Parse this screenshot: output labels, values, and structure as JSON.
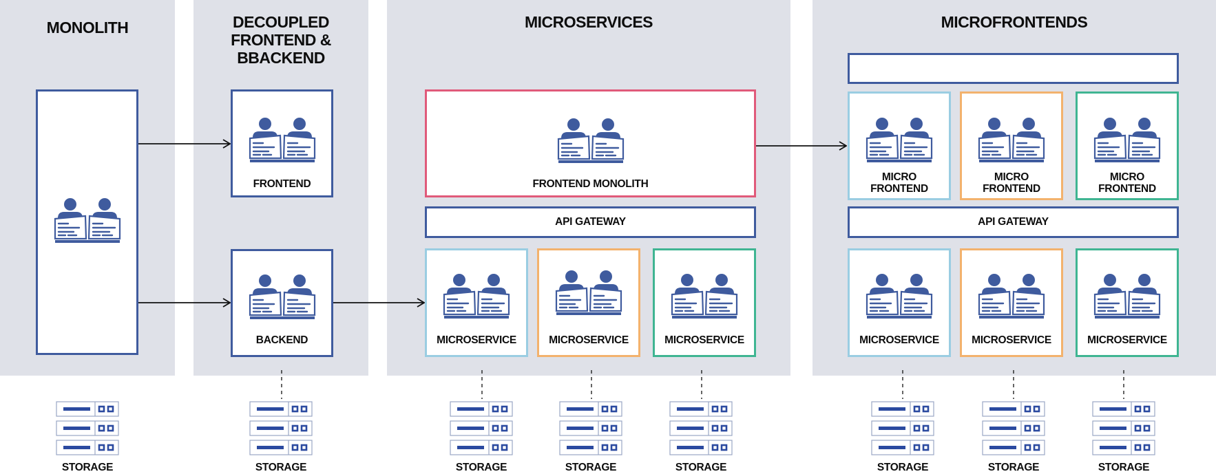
{
  "columns": {
    "monolith": {
      "title": "MONOLITH"
    },
    "decoupled": {
      "title": "DECOUPLED\nFRONTEND &\nBBACKEND",
      "frontend_label": "FRONTEND",
      "backend_label": "BACKEND"
    },
    "microservices": {
      "title": "MICROSERVICES",
      "frontend_label": "FRONTEND MONOLITH",
      "gateway_label": "API GATEWAY",
      "services": [
        "MICROSERVICE",
        "MICROSERVICE",
        "MICROSERVICE"
      ]
    },
    "microfrontends": {
      "title": "MICROFRONTENDS",
      "frontends": [
        "MICRO\nFRONTEND",
        "MICRO\nFRONTEND",
        "MICRO\nFRONTEND"
      ],
      "gateway_label": "API GATEWAY",
      "services": [
        "MICROSERVICE",
        "MICROSERVICE",
        "MICROSERVICE"
      ]
    }
  },
  "storage_label": "STORAGE",
  "colors": {
    "panel": "#dfe1e8",
    "navy": "#3f5b9e",
    "red": "#e05a7a",
    "light_blue": "#9acde2",
    "orange": "#f3b26d",
    "green": "#3fb592"
  }
}
